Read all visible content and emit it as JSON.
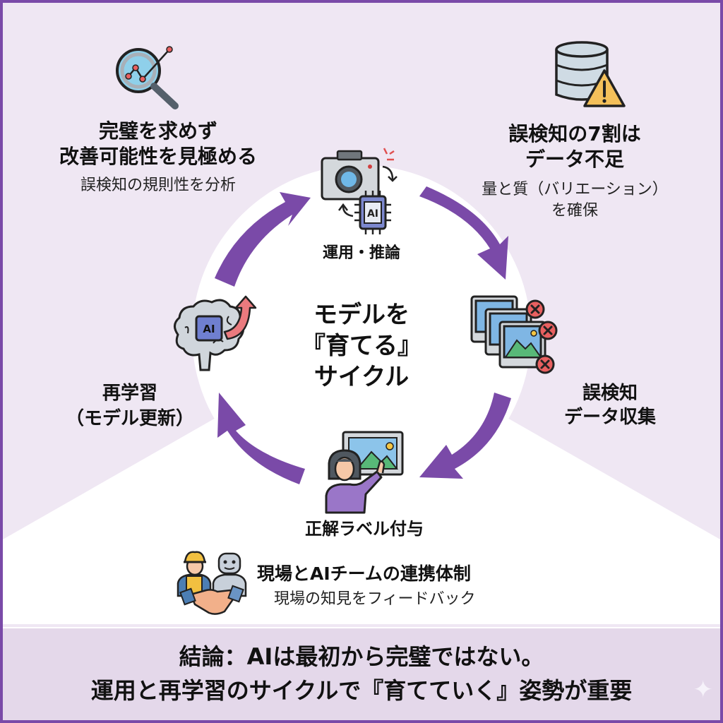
{
  "colors": {
    "frame": "#7a4aa8",
    "arrow": "#7a4aa8",
    "background": "#efe7f3",
    "circle": "#ffffff",
    "conclusion_bg": "#e4d8ea"
  },
  "center": {
    "line1": "モデルを",
    "line2": "『育てる』",
    "line3": "サイクル"
  },
  "cycle": {
    "nodes": [
      {
        "id": "operation",
        "label": "運用・推論",
        "icon": "camera-ai-chip-icon"
      },
      {
        "id": "collect",
        "label_line1": "誤検知",
        "label_line2": "データ収集",
        "icon": "rejected-images-icon"
      },
      {
        "id": "label",
        "label": "正解ラベル付与",
        "icon": "person-pointing-image-icon"
      },
      {
        "id": "retrain",
        "label_line1": "再学習",
        "label_line2": "（モデル更新）",
        "icon": "brain-ai-upgrade-icon"
      }
    ]
  },
  "callouts": {
    "top_left": {
      "icon": "magnifier-chart-icon",
      "title_line1": "完璧を求めず",
      "title_line2": "改善可能性を見極める",
      "sub": "誤検知の規則性を分析"
    },
    "top_right": {
      "icon": "database-warning-icon",
      "title_line1": "誤検知の7割は",
      "title_line2": "データ不足",
      "sub_line1": "量と質（バリエーション）",
      "sub_line2": "を確保"
    },
    "bottom": {
      "icon": "worker-robot-handshake-icon",
      "title": "現場とAIチームの連携体制",
      "sub": "現場の知見をフィードバック"
    }
  },
  "conclusion": {
    "line1": "結論：AIは最初から完璧ではない。",
    "line2": "運用と再学習のサイクルで『育てていく』姿勢が重要"
  }
}
